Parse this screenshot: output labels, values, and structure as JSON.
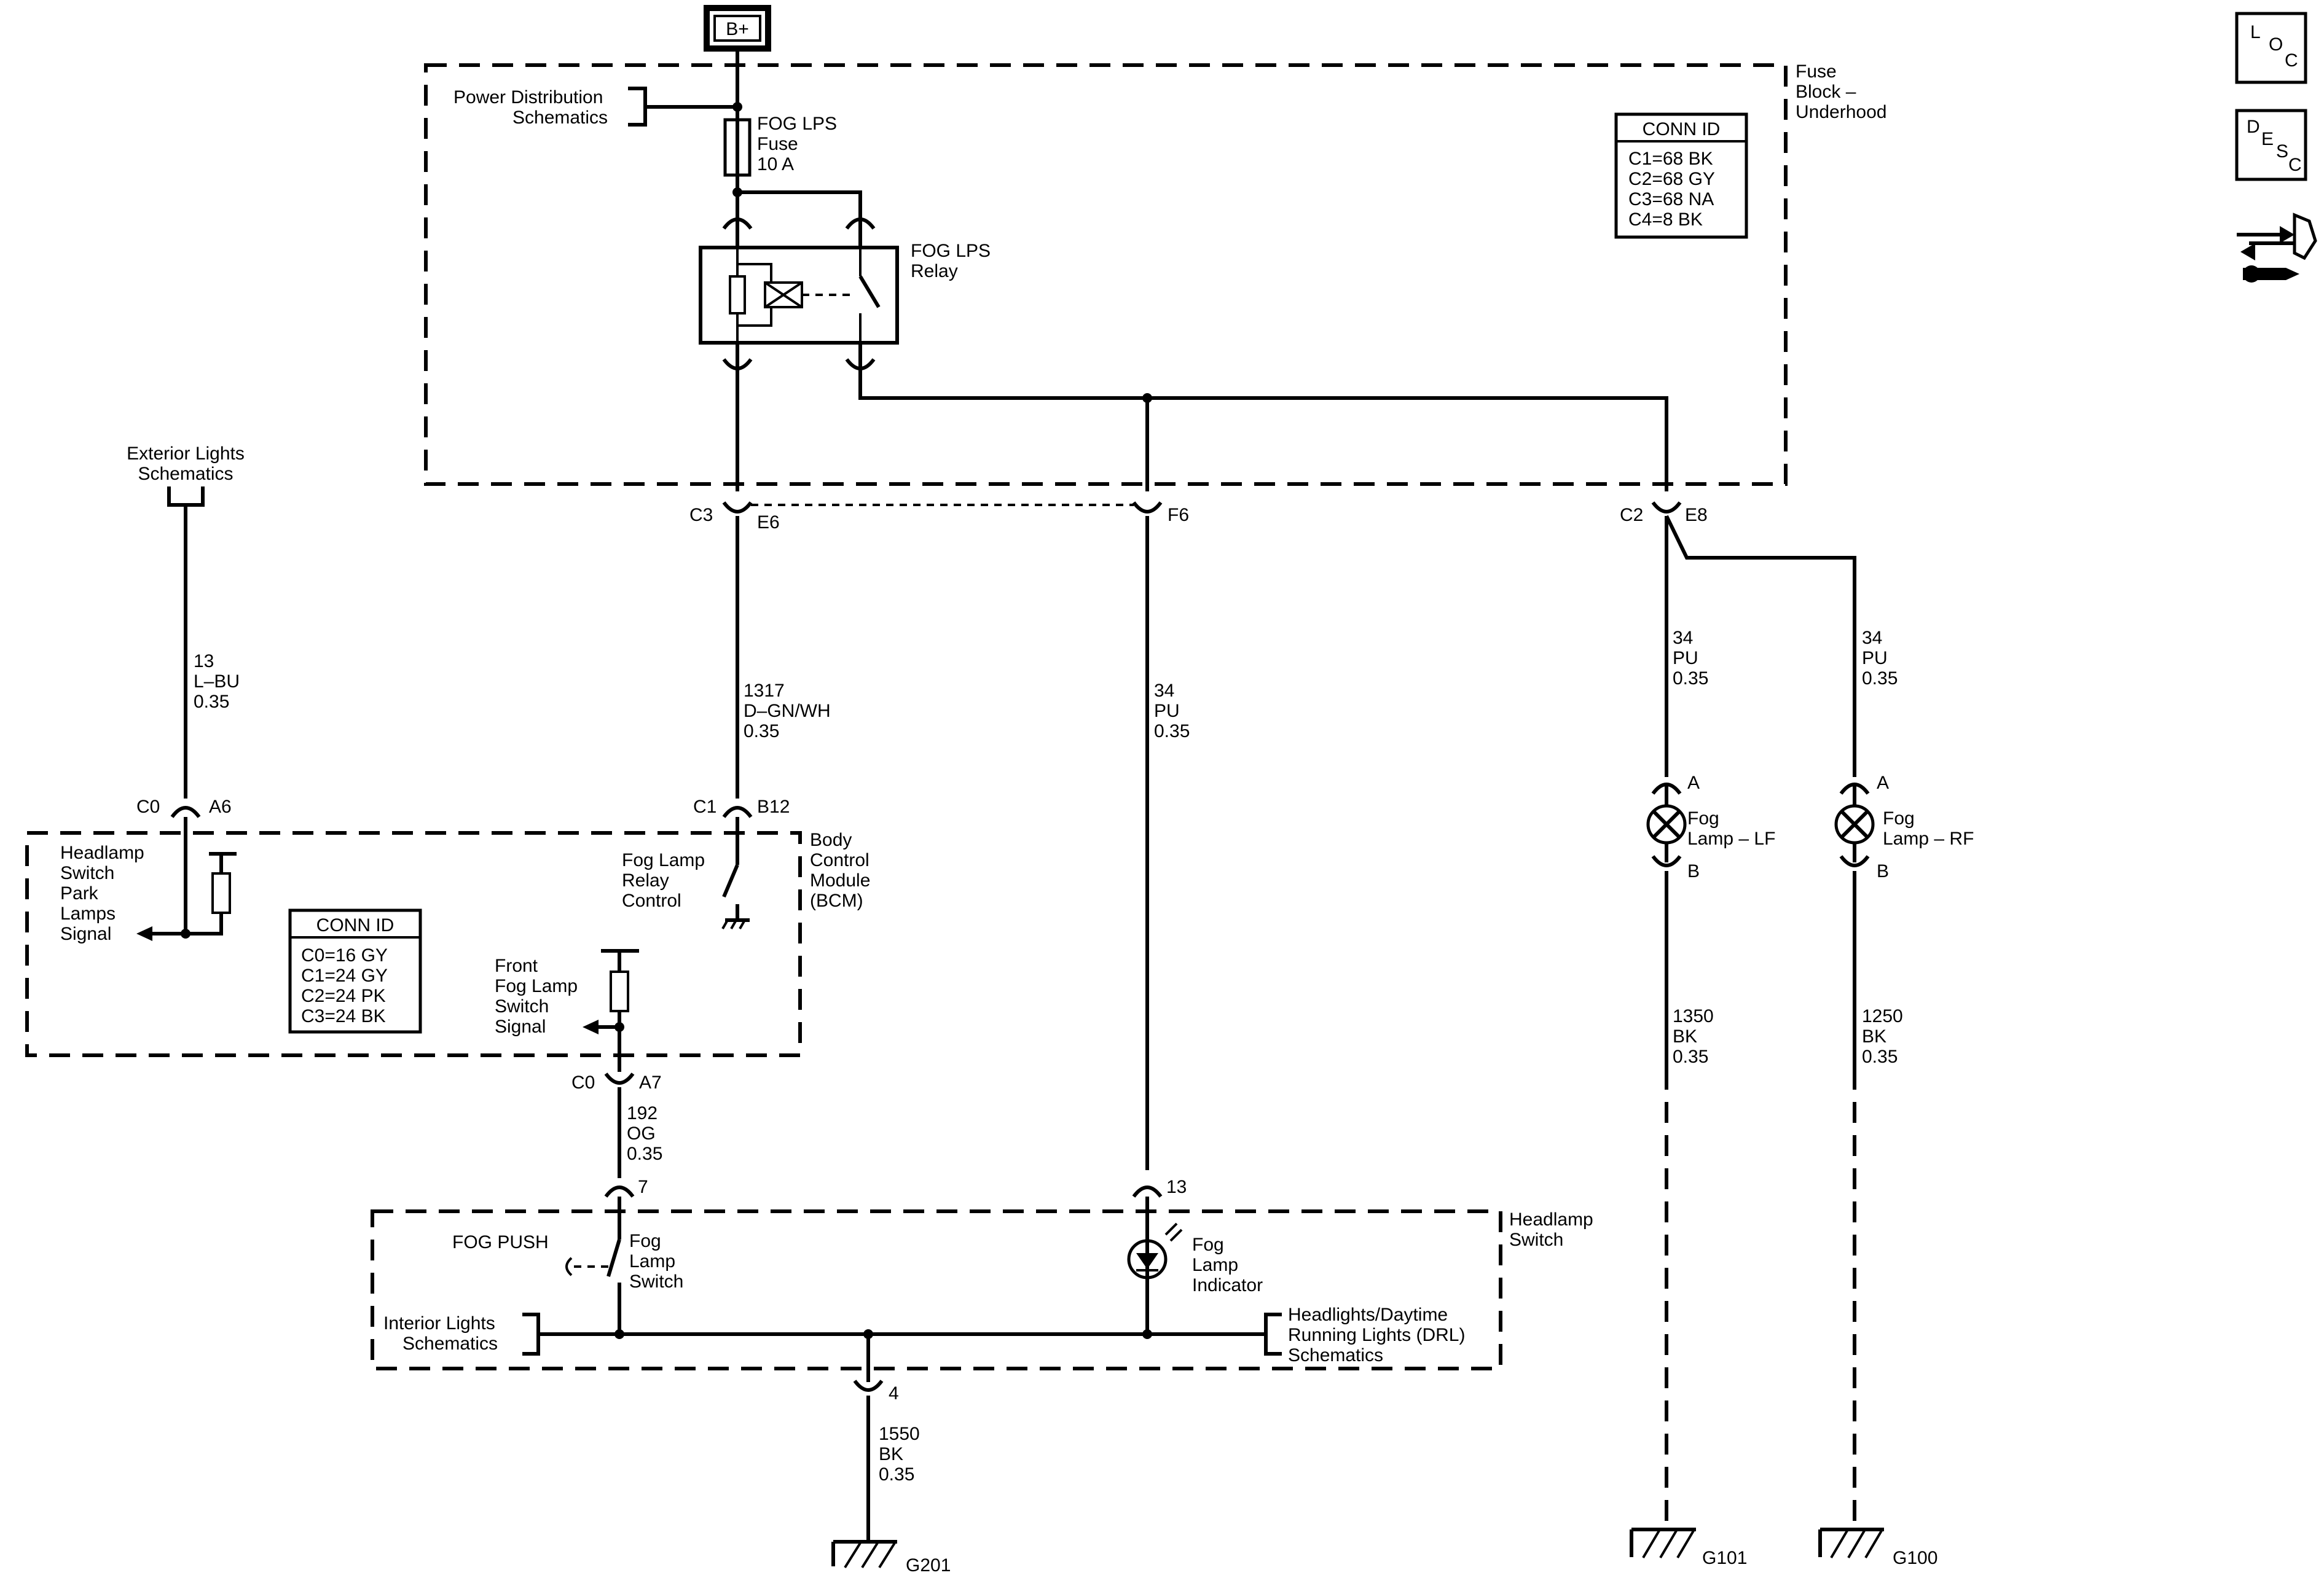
{
  "battery": "B+",
  "fuse_block": {
    "line1": "Fuse",
    "line2": "Block –",
    "line3": "Underhood"
  },
  "power_dist": {
    "line1": "Power Distribution",
    "line2": "Schematics"
  },
  "fuse": {
    "line1": "FOG LPS",
    "line2": "Fuse",
    "line3": "10 A"
  },
  "relay": {
    "line1": "FOG LPS",
    "line2": "Relay"
  },
  "conn_id_fuse": {
    "title": "CONN ID",
    "rows": [
      "C1=68 BK",
      "C2=68 GY",
      "C3=68 NA",
      "C4=8 BK"
    ]
  },
  "conn_id_bcm": {
    "title": "CONN ID",
    "rows": [
      "C0=16 GY",
      "C1=24 GY",
      "C2=24 PK",
      "C3=24 BK"
    ]
  },
  "ext_lights": {
    "line1": "Exterior Lights",
    "line2": "Schematics"
  },
  "connectors": {
    "c3": "C3",
    "e6": "E6",
    "f6": "F6",
    "c2": "C2",
    "e8": "E8",
    "c0_a6_c": "C0",
    "a6": "A6",
    "c1": "C1",
    "b12": "B12",
    "c0_a7_c": "C0",
    "a7": "A7",
    "pin7": "7",
    "pin13": "13",
    "pin4": "4",
    "lf_a": "A",
    "lf_b": "B",
    "rf_a": "A",
    "rf_b": "B"
  },
  "wires": {
    "w13": {
      "circuit": "13",
      "color": "L–BU",
      "gauge": "0.35"
    },
    "w1317": {
      "circuit": "1317",
      "color": "D–GN/WH",
      "gauge": "0.35"
    },
    "w34_f6": {
      "circuit": "34",
      "color": "PU",
      "gauge": "0.35"
    },
    "w34_lf": {
      "circuit": "34",
      "color": "PU",
      "gauge": "0.35"
    },
    "w34_rf": {
      "circuit": "34",
      "color": "PU",
      "gauge": "0.35"
    },
    "w192": {
      "circuit": "192",
      "color": "OG",
      "gauge": "0.35"
    },
    "w1350": {
      "circuit": "1350",
      "color": "BK",
      "gauge": "0.35"
    },
    "w1250": {
      "circuit": "1250",
      "color": "BK",
      "gauge": "0.35"
    },
    "w1550": {
      "circuit": "1550",
      "color": "BK",
      "gauge": "0.35"
    }
  },
  "bcm": {
    "line1": "Body",
    "line2": "Control",
    "line3": "Module",
    "line4": "(BCM)"
  },
  "headlamp_sig": {
    "line1": "Headlamp",
    "line2": "Switch",
    "line3": "Park",
    "line4": "Lamps",
    "line5": "Signal"
  },
  "fog_relay_ctrl": {
    "line1": "Fog Lamp",
    "line2": "Relay",
    "line3": "Control"
  },
  "front_fog_sig": {
    "line1": "Front",
    "line2": "Fog Lamp",
    "line3": "Switch",
    "line4": "Signal"
  },
  "fog_lamp_lf": {
    "line1": "Fog",
    "line2": "Lamp – LF"
  },
  "fog_lamp_rf": {
    "line1": "Fog",
    "line2": "Lamp – RF"
  },
  "headlamp_switch": {
    "line1": "Headlamp",
    "line2": "Switch"
  },
  "fog_push": "FOG PUSH",
  "fog_switch": {
    "line1": "Fog",
    "line2": "Lamp",
    "line3": "Switch"
  },
  "fog_indicator": {
    "line1": "Fog",
    "line2": "Lamp",
    "line3": "Indicator"
  },
  "interior_lights": {
    "line1": "Interior Lights",
    "line2": "Schematics"
  },
  "drl": {
    "line1": "Headlights/Daytime",
    "line2": "Running Lights (DRL)",
    "line3": "Schematics"
  },
  "grounds": {
    "g201": "G201",
    "g101": "G101",
    "g100": "G100"
  },
  "nav": {
    "loc": {
      "l": "L",
      "o": "O",
      "c": "C"
    },
    "desc": {
      "d": "D",
      "e": "E",
      "s": "S",
      "c": "C"
    }
  }
}
